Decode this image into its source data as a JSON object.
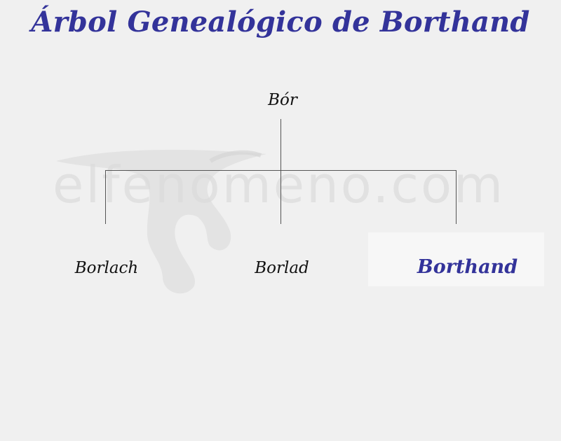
{
  "title": "Árbol Genealógico de Borthand",
  "watermark": {
    "text": "elfenomeno.com"
  },
  "tree": {
    "root": {
      "name": "Bór"
    },
    "children": [
      {
        "name": "Borlach",
        "highlighted": false
      },
      {
        "name": "Borlad",
        "highlighted": false
      },
      {
        "name": "Borthand",
        "highlighted": true
      }
    ]
  },
  "colors": {
    "accent": "#33339a",
    "background": "#f0f0f0",
    "highlight_bg": "#f7f7f7",
    "line": "#555555",
    "text": "#111111"
  }
}
